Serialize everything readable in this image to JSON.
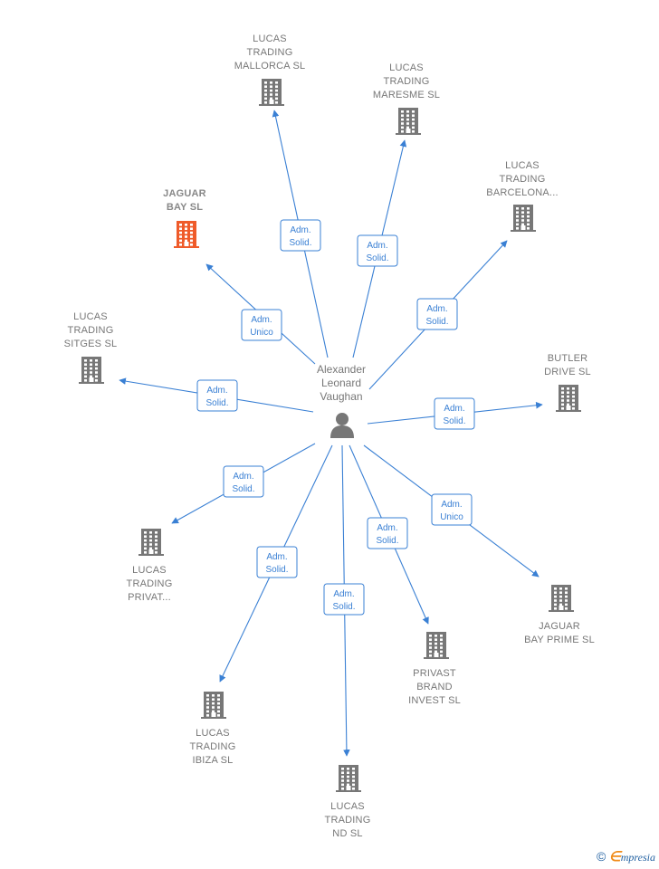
{
  "center": {
    "name": [
      "Alexander",
      "Leonard",
      "Vaughan"
    ],
    "icon": "person-icon"
  },
  "colors": {
    "edge": "#3a80d4",
    "building": "#777777",
    "highlight": "#ef5b2a"
  },
  "nodes": [
    {
      "id": "mallorca",
      "label": [
        "LUCAS",
        "TRADING",
        "MALLORCA SL"
      ],
      "role": [
        "Adm.",
        "Solid."
      ],
      "highlight": false
    },
    {
      "id": "maresme",
      "label": [
        "LUCAS",
        "TRADING",
        "MARESME  SL"
      ],
      "role": [
        "Adm.",
        "Solid."
      ],
      "highlight": false
    },
    {
      "id": "barcelona",
      "label": [
        "LUCAS",
        "TRADING",
        "BARCELONA..."
      ],
      "role": [
        "Adm.",
        "Solid."
      ],
      "highlight": false
    },
    {
      "id": "jaguarbay",
      "label": [
        "JAGUAR",
        "BAY  SL"
      ],
      "role": [
        "Adm.",
        "Unico"
      ],
      "highlight": true
    },
    {
      "id": "sitges",
      "label": [
        "LUCAS",
        "TRADING",
        "SITGES  SL"
      ],
      "role": [
        "Adm.",
        "Solid."
      ],
      "highlight": false
    },
    {
      "id": "butler",
      "label": [
        "BUTLER",
        "DRIVE  SL"
      ],
      "role": [
        "Adm.",
        "Solid."
      ],
      "highlight": false
    },
    {
      "id": "privat",
      "label": [
        "LUCAS",
        "TRADING",
        "PRIVAT..."
      ],
      "role": [
        "Adm.",
        "Solid."
      ],
      "highlight": false
    },
    {
      "id": "jaguarprime",
      "label": [
        "JAGUAR",
        "BAY PRIME  SL"
      ],
      "role": [
        "Adm.",
        "Unico"
      ],
      "highlight": false
    },
    {
      "id": "privast",
      "label": [
        "PRIVAST",
        "BRAND",
        "INVEST  SL"
      ],
      "role": [
        "Adm.",
        "Solid."
      ],
      "highlight": false
    },
    {
      "id": "ibiza",
      "label": [
        "LUCAS",
        "TRADING",
        "IBIZA SL"
      ],
      "role": [
        "Adm.",
        "Solid."
      ],
      "highlight": false
    },
    {
      "id": "nd",
      "label": [
        "LUCAS",
        "TRADING",
        "ND  SL"
      ],
      "role": [
        "Adm.",
        "Solid."
      ],
      "highlight": false
    }
  ],
  "footer": {
    "copyright": "©",
    "brand_initial": "∈",
    "brand_rest": "mpresia"
  }
}
